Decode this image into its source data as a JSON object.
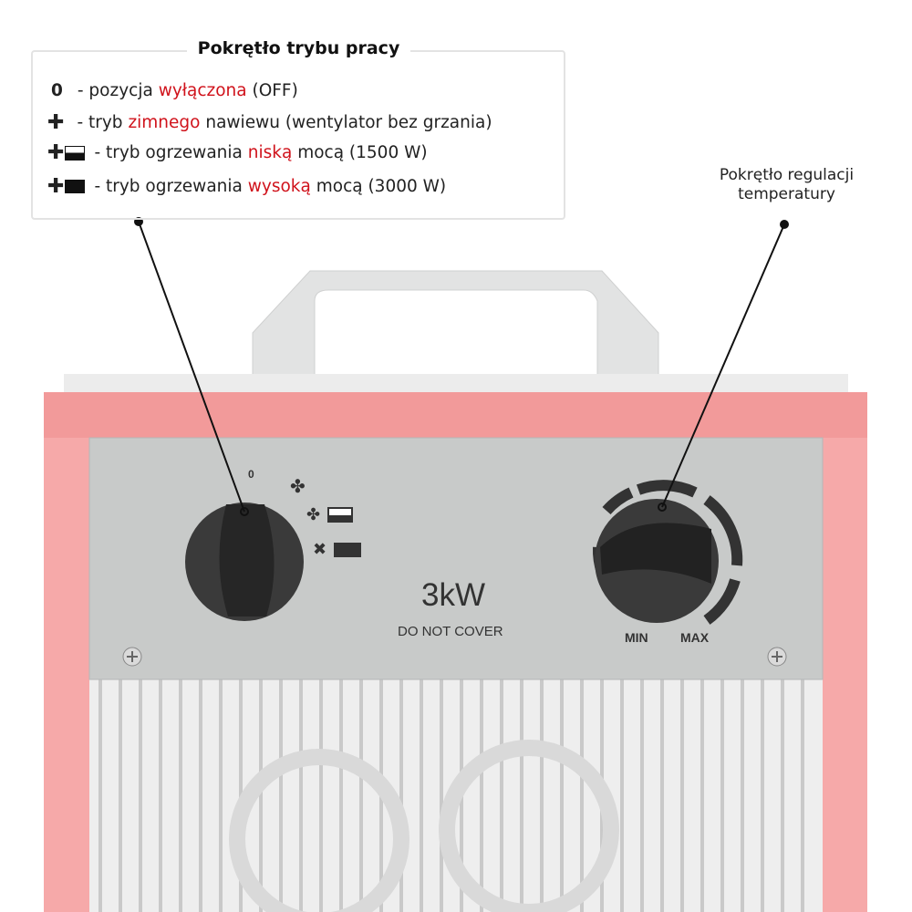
{
  "mode_knob_legend": {
    "title": "Pokrętło trybu pracy",
    "items": [
      {
        "symbol": "0",
        "icon": "zero",
        "prefix": "- pozycja ",
        "highlight": "wyłączona",
        "suffix": " (OFF)"
      },
      {
        "icon": "fan-icon",
        "prefix": "- tryb ",
        "highlight": "zimnego",
        "suffix": " nawiewu (wentylator bez grzania)"
      },
      {
        "icon": "fan-half-heat-icon",
        "prefix": "- tryb ogrzewania ",
        "highlight": "niską",
        "suffix": " mocą (1500 W)"
      },
      {
        "icon": "fan-full-heat-icon",
        "prefix": "- tryb ogrzewania ",
        "highlight": "wysoką",
        "suffix": " mocą (3000 W)"
      }
    ]
  },
  "temperature_knob_label": {
    "line1": "Pokrętło regulacji",
    "line2": "temperatury"
  },
  "panel": {
    "mode_zero": "0",
    "power": "3kW",
    "warning": "DO NOT COVER",
    "min": "MIN",
    "max": "MAX"
  },
  "colors": {
    "highlight": "#d0121b",
    "frame": "#f5a3a3",
    "panel": "#c8cac9"
  }
}
